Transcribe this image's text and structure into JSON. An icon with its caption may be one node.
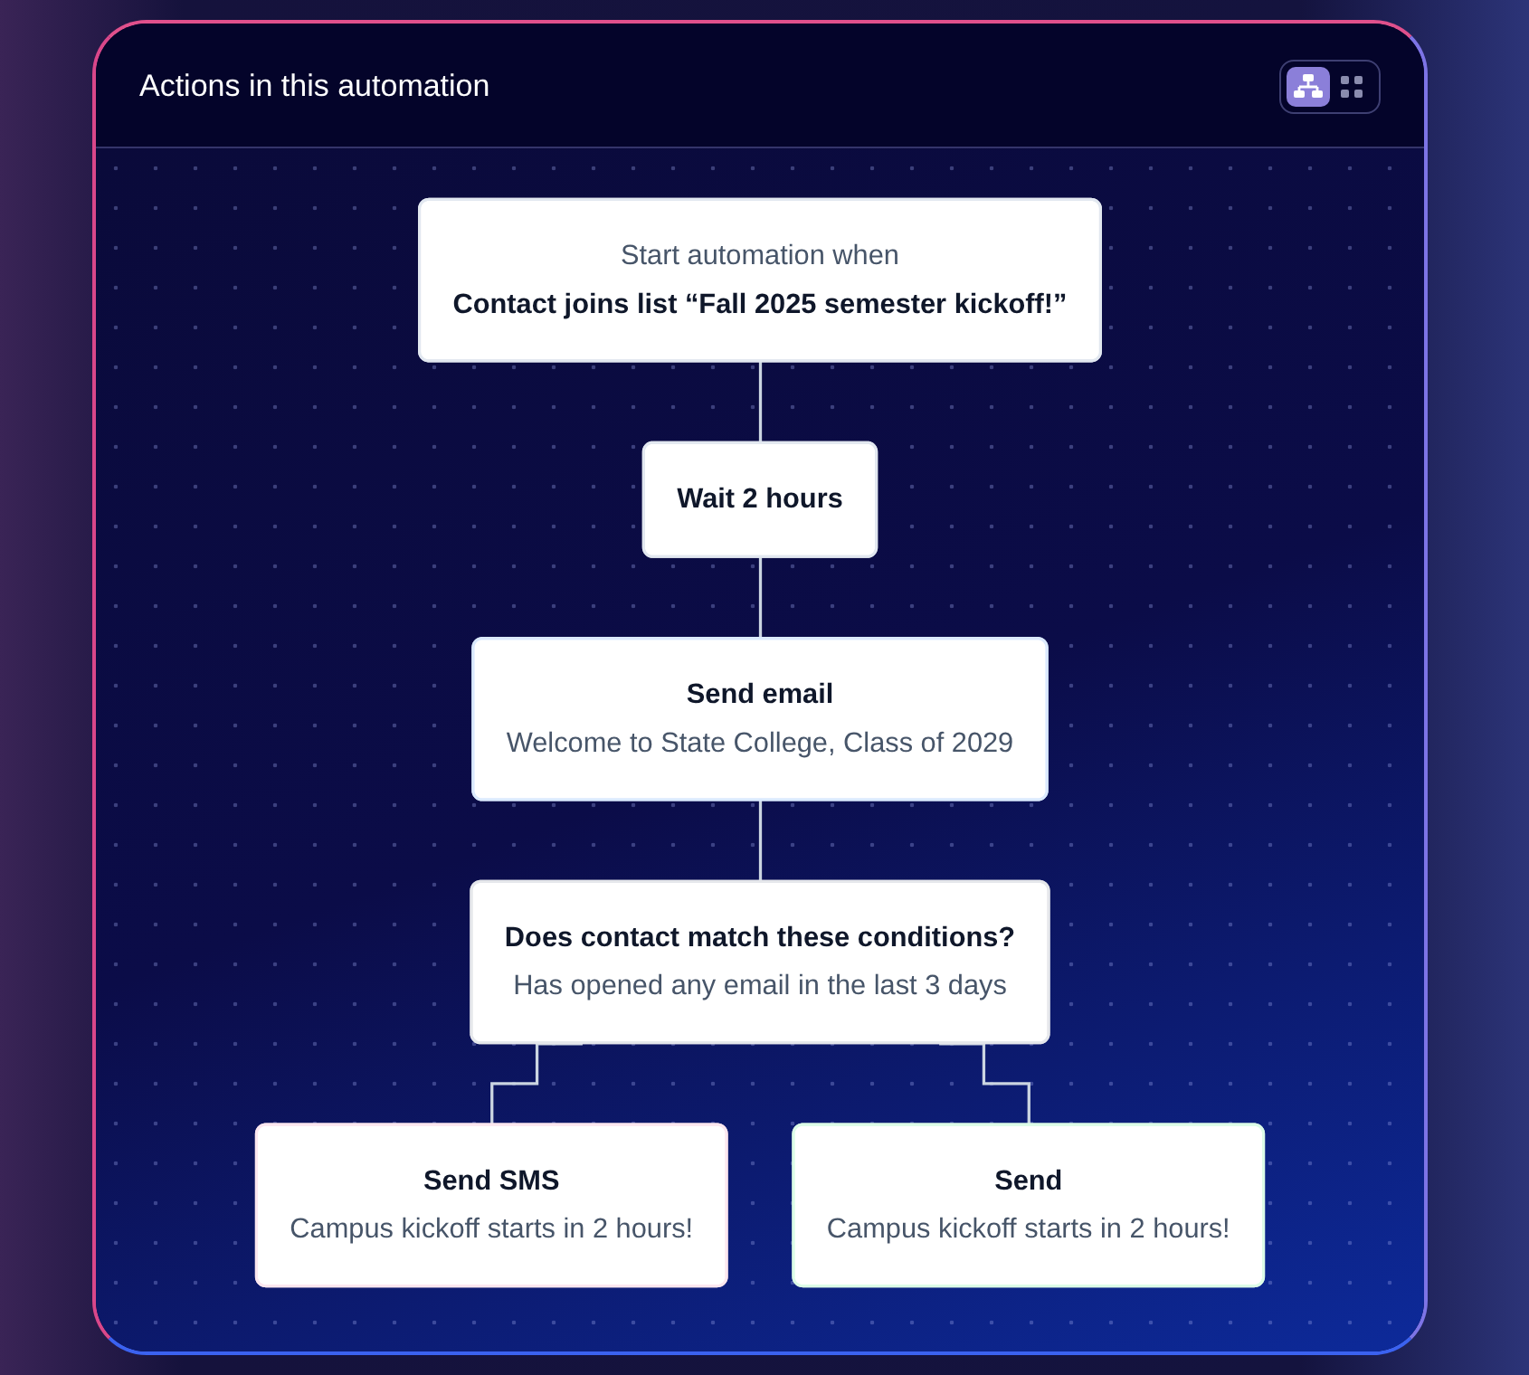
{
  "diagram": {
    "title": "Actions in this automation",
    "nodes": [
      {
        "text": [
          "Start automation when",
          "Contact joins list “Fall 2025 semester kickoff!”"
        ]
      },
      {
        "text": [
          "Wait 2 hours"
        ]
      },
      {
        "text": [
          "Send email",
          "Welcome to State College, Class of 2029"
        ]
      },
      {
        "text": [
          "Does contact match these conditions?",
          "Has opened any email in the last 3 days"
        ]
      },
      {
        "text": [
          "Send SMS",
          "Campus kickoff starts in 2 hours!"
        ]
      },
      {
        "text": [
          "Send",
          "Campus kickoff starts in 2 hours!"
        ]
      }
    ],
    "edges": [
      {
        "from": 0,
        "to": 1,
        "arrow": "none"
      },
      {
        "from": 1,
        "to": 2,
        "arrow": "none"
      },
      {
        "from": 2,
        "to": 3,
        "arrow": "none"
      },
      {
        "from": 3,
        "to": 4,
        "arrow": "none"
      },
      {
        "from": 3,
        "to": 5,
        "arrow": "none"
      }
    ]
  }
}
